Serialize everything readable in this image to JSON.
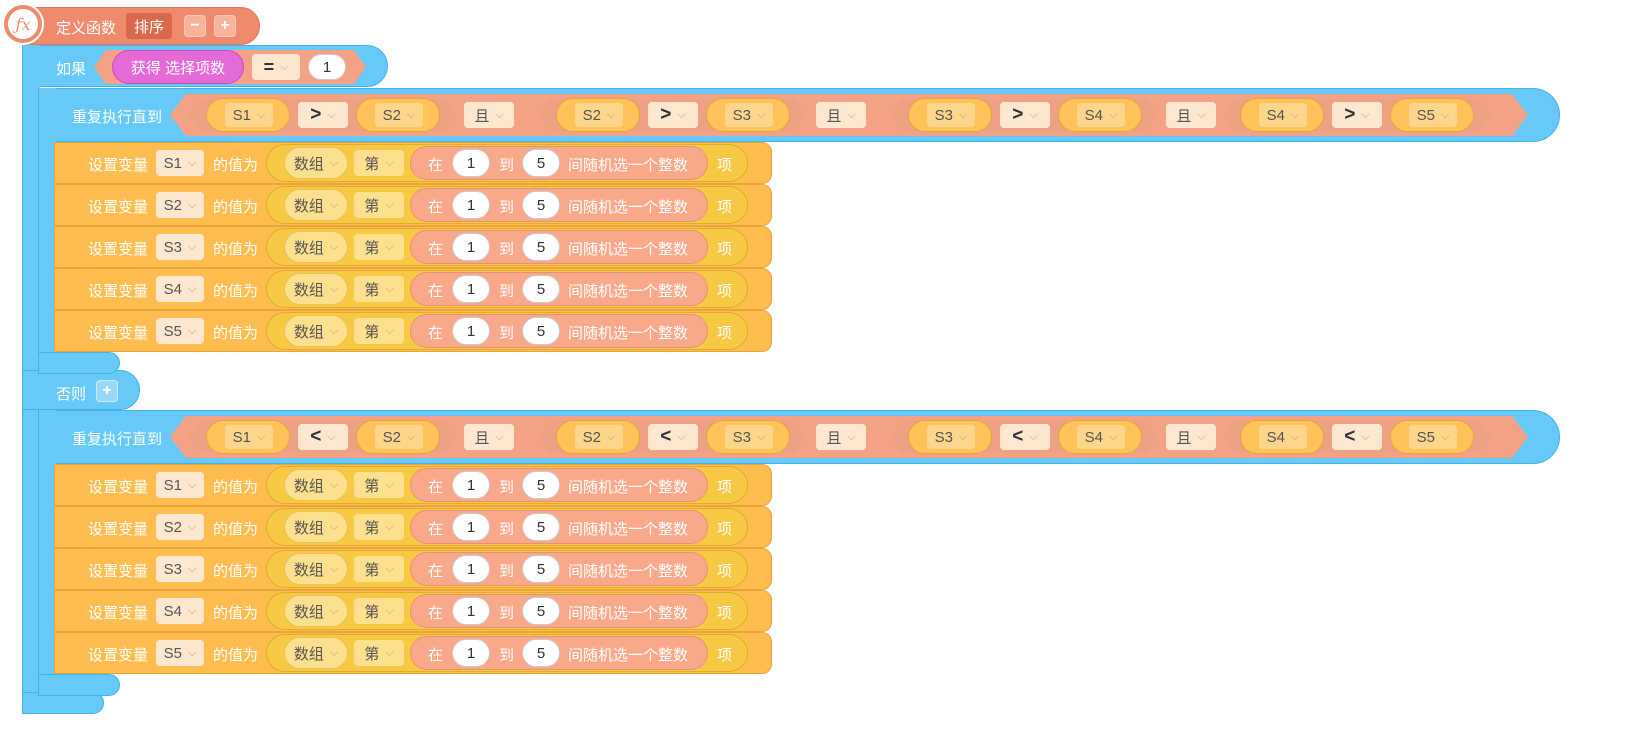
{
  "define": {
    "icon": "function-icon",
    "icon_glyph": "ƒx",
    "label": "定义函数",
    "name": "排序",
    "minus": "−",
    "plus": "+"
  },
  "if_block": {
    "label": "如果",
    "get_label": "获得 选择项数",
    "op": "=",
    "value": "1"
  },
  "else_block": {
    "label": "否则",
    "plus": "+"
  },
  "repeat_label": "重复执行直到",
  "and_label": "且",
  "loop_top": {
    "conditions": [
      {
        "a": "S1",
        "op": ">",
        "b": "S2"
      },
      {
        "a": "S2",
        "op": ">",
        "b": "S3"
      },
      {
        "a": "S3",
        "op": ">",
        "b": "S4"
      },
      {
        "a": "S4",
        "op": ">",
        "b": "S5"
      }
    ]
  },
  "loop_bottom": {
    "conditions": [
      {
        "a": "S1",
        "op": "<",
        "b": "S2"
      },
      {
        "a": "S2",
        "op": "<",
        "b": "S3"
      },
      {
        "a": "S3",
        "op": "<",
        "b": "S4"
      },
      {
        "a": "S4",
        "op": "<",
        "b": "S5"
      }
    ]
  },
  "set_row": {
    "set_label": "设置变量",
    "value_label": "的值为",
    "array": "数组",
    "index": "第",
    "at": "在",
    "from": "1",
    "to_label": "到",
    "to": "5",
    "random_label": "间随机选一个整数",
    "item": "项"
  },
  "vars": [
    "S1",
    "S2",
    "S3",
    "S4",
    "S5"
  ],
  "colors": {
    "control": "#66c9f8",
    "function": "#f08a6c",
    "variable": "#ffbd4f",
    "get": "#e46ad8"
  }
}
